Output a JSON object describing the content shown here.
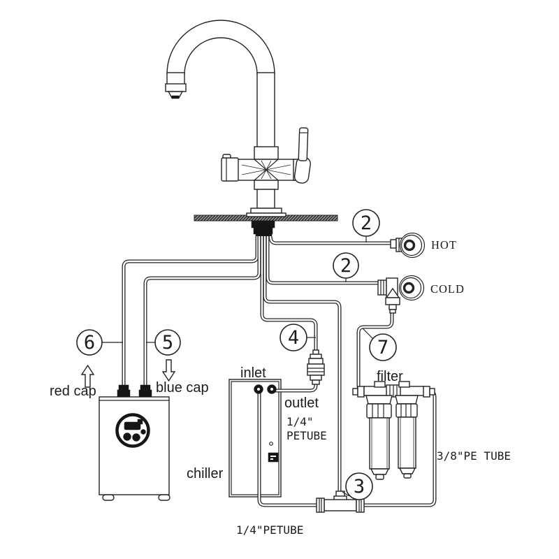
{
  "diagram_title": "3-in-1 faucet installation diagram",
  "colors": {
    "line": "#232323",
    "dark_fill": "#161616",
    "counter_hatch": "#9a9a9a"
  },
  "labels": {
    "hot": "HOT",
    "cold": "COLD",
    "red_cap": "red cap",
    "blue_cap": "blue cap",
    "inlet": "inlet",
    "outlet": "outlet",
    "chiller": "chiller",
    "filter": "filter",
    "outlet_tube_size": "1/4\"",
    "outlet_tube_type": "PETUBE",
    "filter_tube": "3/8\"PE TUBE",
    "bottom_tube": "1/4\"PETUBE"
  },
  "callouts": {
    "hot_hose": "2",
    "cold_hose": "2",
    "tee_connector": "3",
    "quick_connector": "4",
    "blue_cap_tube": "5",
    "red_cap_tube": "6",
    "filter_feed_tube": "7"
  }
}
